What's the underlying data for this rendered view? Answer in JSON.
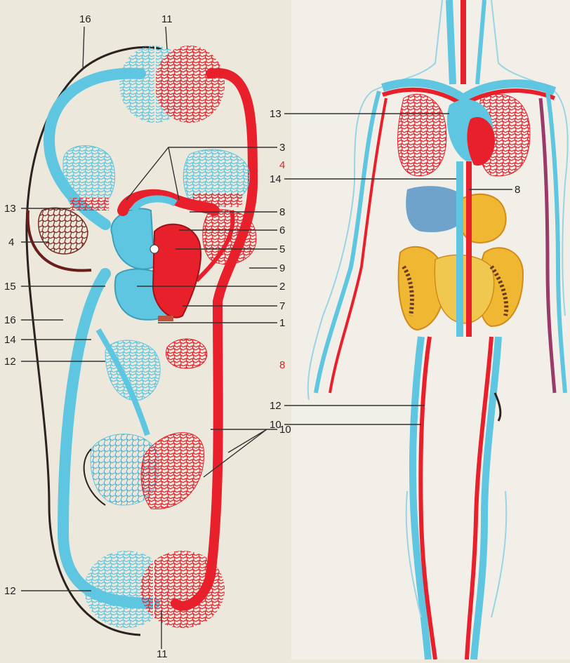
{
  "colors": {
    "artery": "#e8202c",
    "vein": "#5ec6e0",
    "lymph": "#2a2320",
    "liver": "#6fa3cc",
    "organ": "#f0b832",
    "background": "#ece8dc",
    "leader": "#333333",
    "label_red": "#d8262c"
  },
  "labels": {
    "l16_top": "16",
    "l11_top": "11",
    "l3": "3",
    "l4_red": "4",
    "l8": "8",
    "l6": "6",
    "l5": "5",
    "l9": "9",
    "l2": "2",
    "l7": "7",
    "l1": "1",
    "l13_left": "13",
    "l4_left": "4",
    "l15": "15",
    "l16_left": "16",
    "l14_left": "14",
    "l12_left": "12",
    "l8_red": "8",
    "l10": "10",
    "l12_bottom": "12",
    "l11_bottom": "11",
    "r13": "13",
    "r14": "14",
    "r8": "8",
    "r12": "12",
    "r10": "10"
  }
}
